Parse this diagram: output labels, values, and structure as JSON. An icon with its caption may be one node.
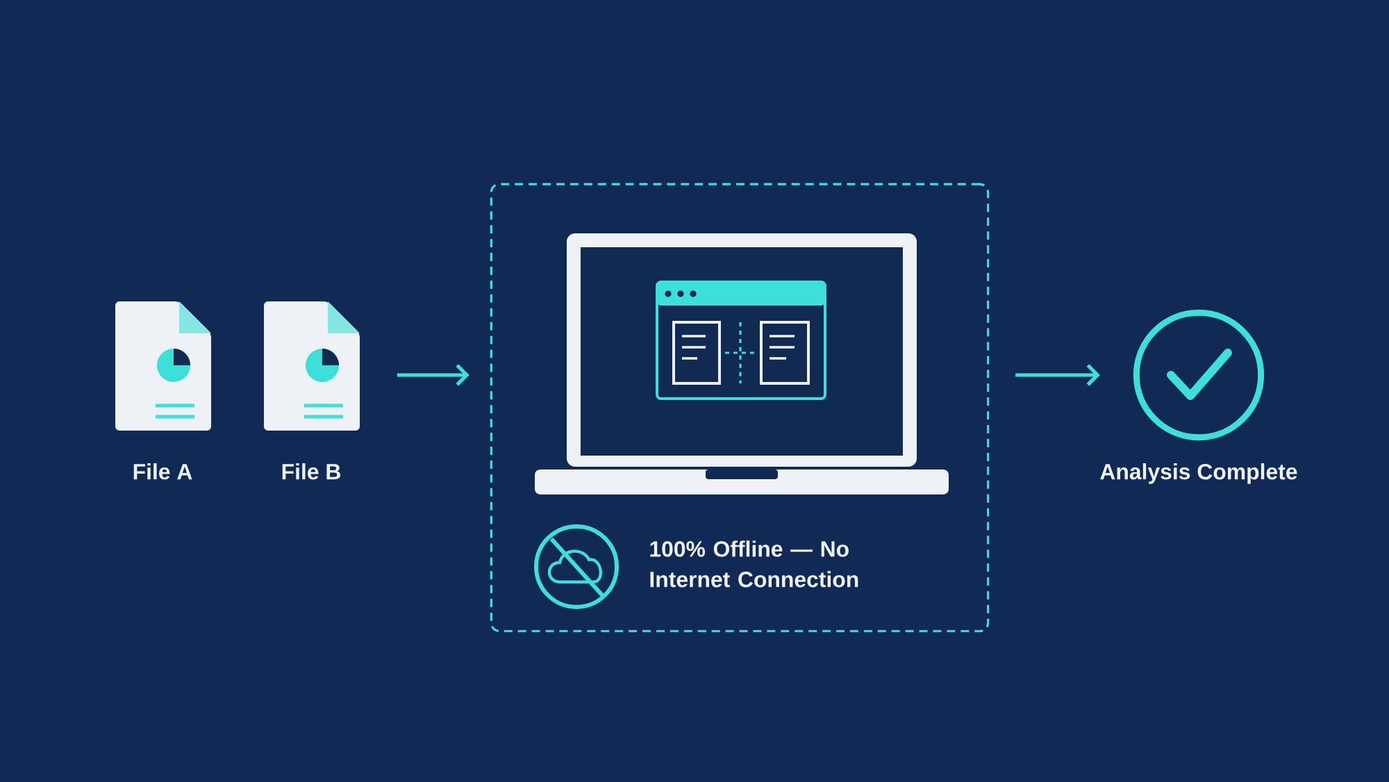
{
  "diagram": {
    "nodes": [
      {
        "text": [
          "File A"
        ]
      },
      {
        "text": [
          "File B"
        ]
      },
      {
        "text": [],
        "shape": "box"
      },
      {
        "text": [],
        "shape": "picture",
        "in": 2
      },
      {
        "text": [
          "Analysis Complete"
        ]
      }
    ],
    "edges": [
      {
        "from": 1,
        "to": 2,
        "arrow": "to"
      },
      {
        "from": 2,
        "to": 4,
        "arrow": "to"
      }
    ],
    "labels": [
      "100% Offline — No Internet Connection"
    ]
  }
}
